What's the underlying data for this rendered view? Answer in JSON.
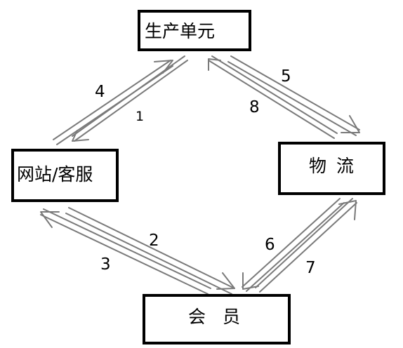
{
  "nodes": {
    "production": "生产单元",
    "website": "网站/客服",
    "logistics": "物流",
    "member": "会员"
  },
  "flow_labels": [
    "1",
    "2",
    "3",
    "4",
    "5",
    "6",
    "7",
    "8"
  ]
}
